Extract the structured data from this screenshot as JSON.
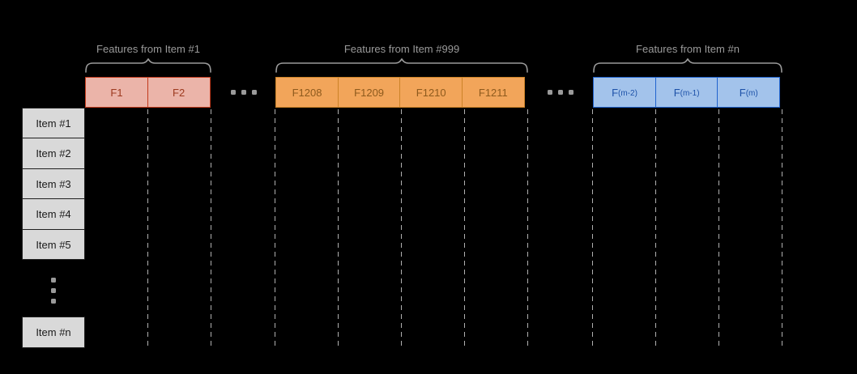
{
  "colors": {
    "background": "#000000",
    "gray": "#9A9A9A",
    "dash": "#B0B0B0",
    "group1_fill": "#EBB4A9",
    "group1_border": "#C23A1C",
    "group1_text": "#9D3A1F",
    "group2_fill": "#F2A55A",
    "group2_border": "#CC8328",
    "group2_text": "#8D5A1D",
    "group3_fill": "#A3C3EB",
    "group3_border": "#2063CE",
    "group3_text": "#1C51A8",
    "item_fill": "#D9D9D9",
    "item_border": "#1F1F1F",
    "item_text": "#1A1A1A"
  },
  "groups": [
    {
      "brace_label": "Features from Item #1",
      "cells": [
        {
          "main": "F1",
          "sub": ""
        },
        {
          "main": "F2",
          "sub": ""
        }
      ]
    },
    {
      "brace_label": "Features from Item #999",
      "cells": [
        {
          "main": "F1208",
          "sub": ""
        },
        {
          "main": "F1209",
          "sub": ""
        },
        {
          "main": "F1210",
          "sub": ""
        },
        {
          "main": "F1211",
          "sub": ""
        }
      ]
    },
    {
      "brace_label": "Features from Item #n",
      "cells": [
        {
          "main": "F",
          "sub": "(m-2)"
        },
        {
          "main": "F",
          "sub": "(m-1)"
        },
        {
          "main": "F",
          "sub": "(m)"
        }
      ]
    }
  ],
  "row_labels": [
    "Item #1",
    "Item #2",
    "Item #3",
    "Item #4",
    "Item #5"
  ],
  "last_row_label": "Item #n"
}
